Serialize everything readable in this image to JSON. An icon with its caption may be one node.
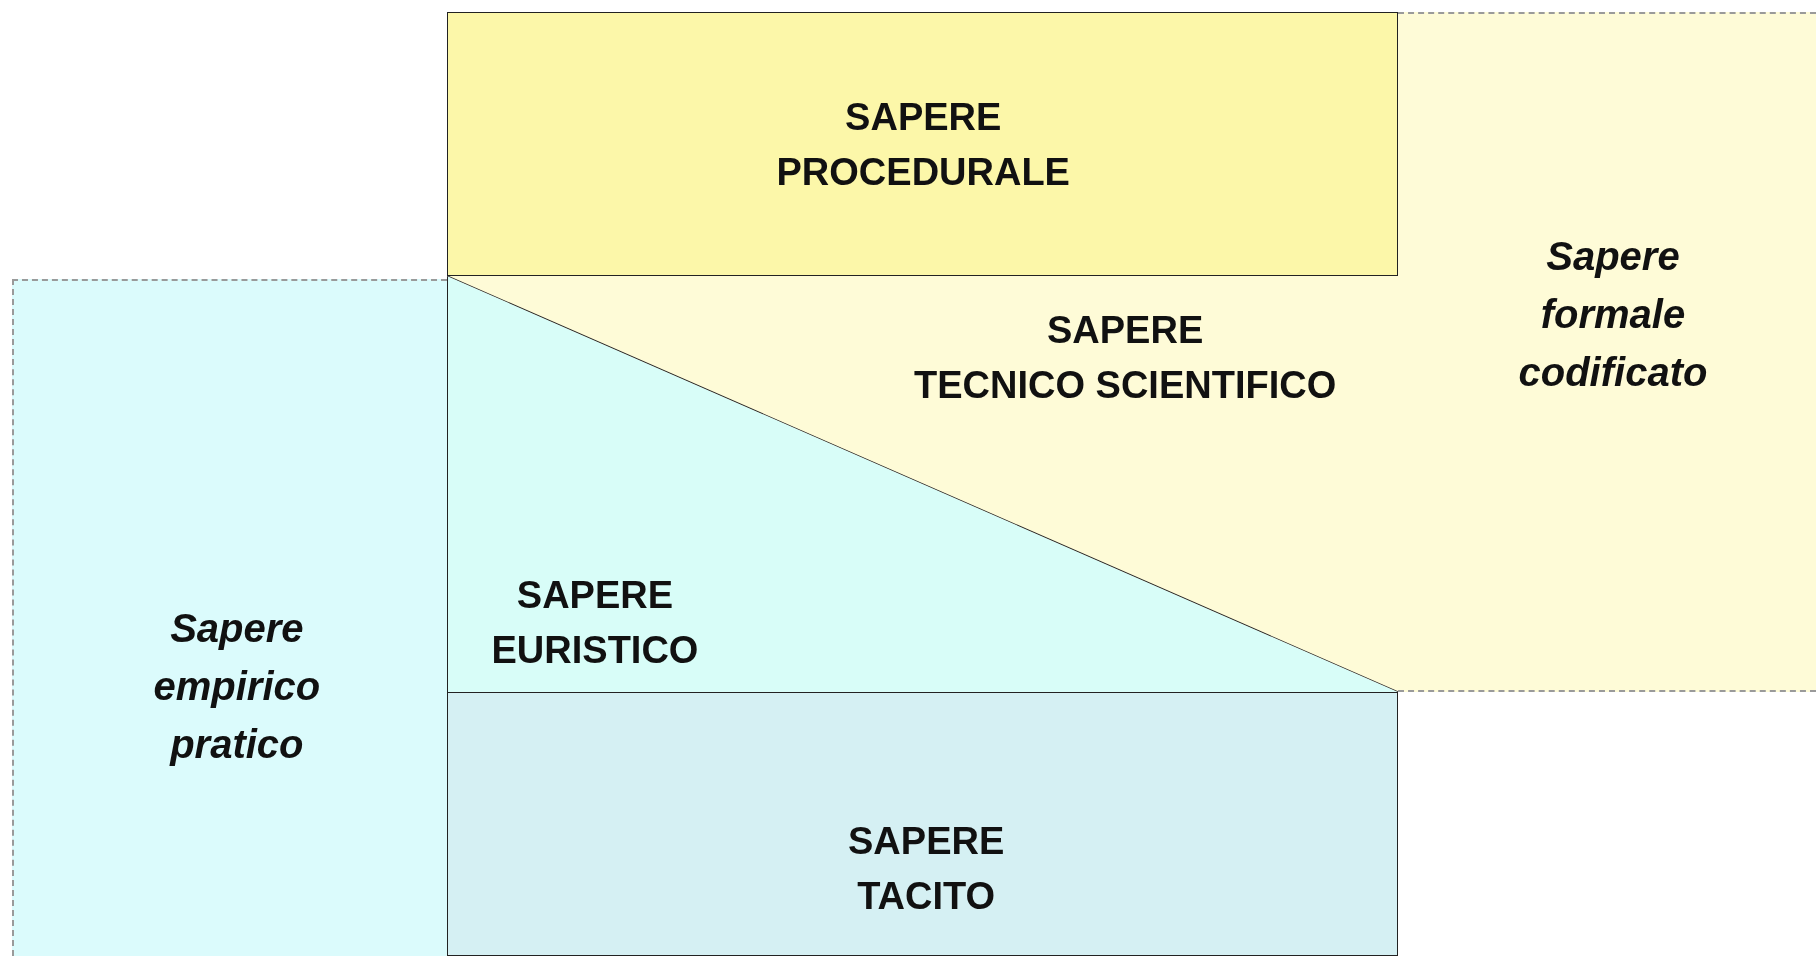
{
  "diagram": {
    "nodes": [
      {
        "text": [
          "SAPERE PROCEDURALE"
        ]
      },
      {
        "text": [
          "SAPERE TECNICO SCIENTIFICO"
        ]
      },
      {
        "text": [
          "SAPERE EURISTICO"
        ]
      },
      {
        "text": [
          "SAPERE TACITO"
        ]
      },
      {
        "text": [
          "Sapere empirico pratico"
        ]
      },
      {
        "text": [
          "Sapere formale codificato"
        ]
      }
    ]
  }
}
